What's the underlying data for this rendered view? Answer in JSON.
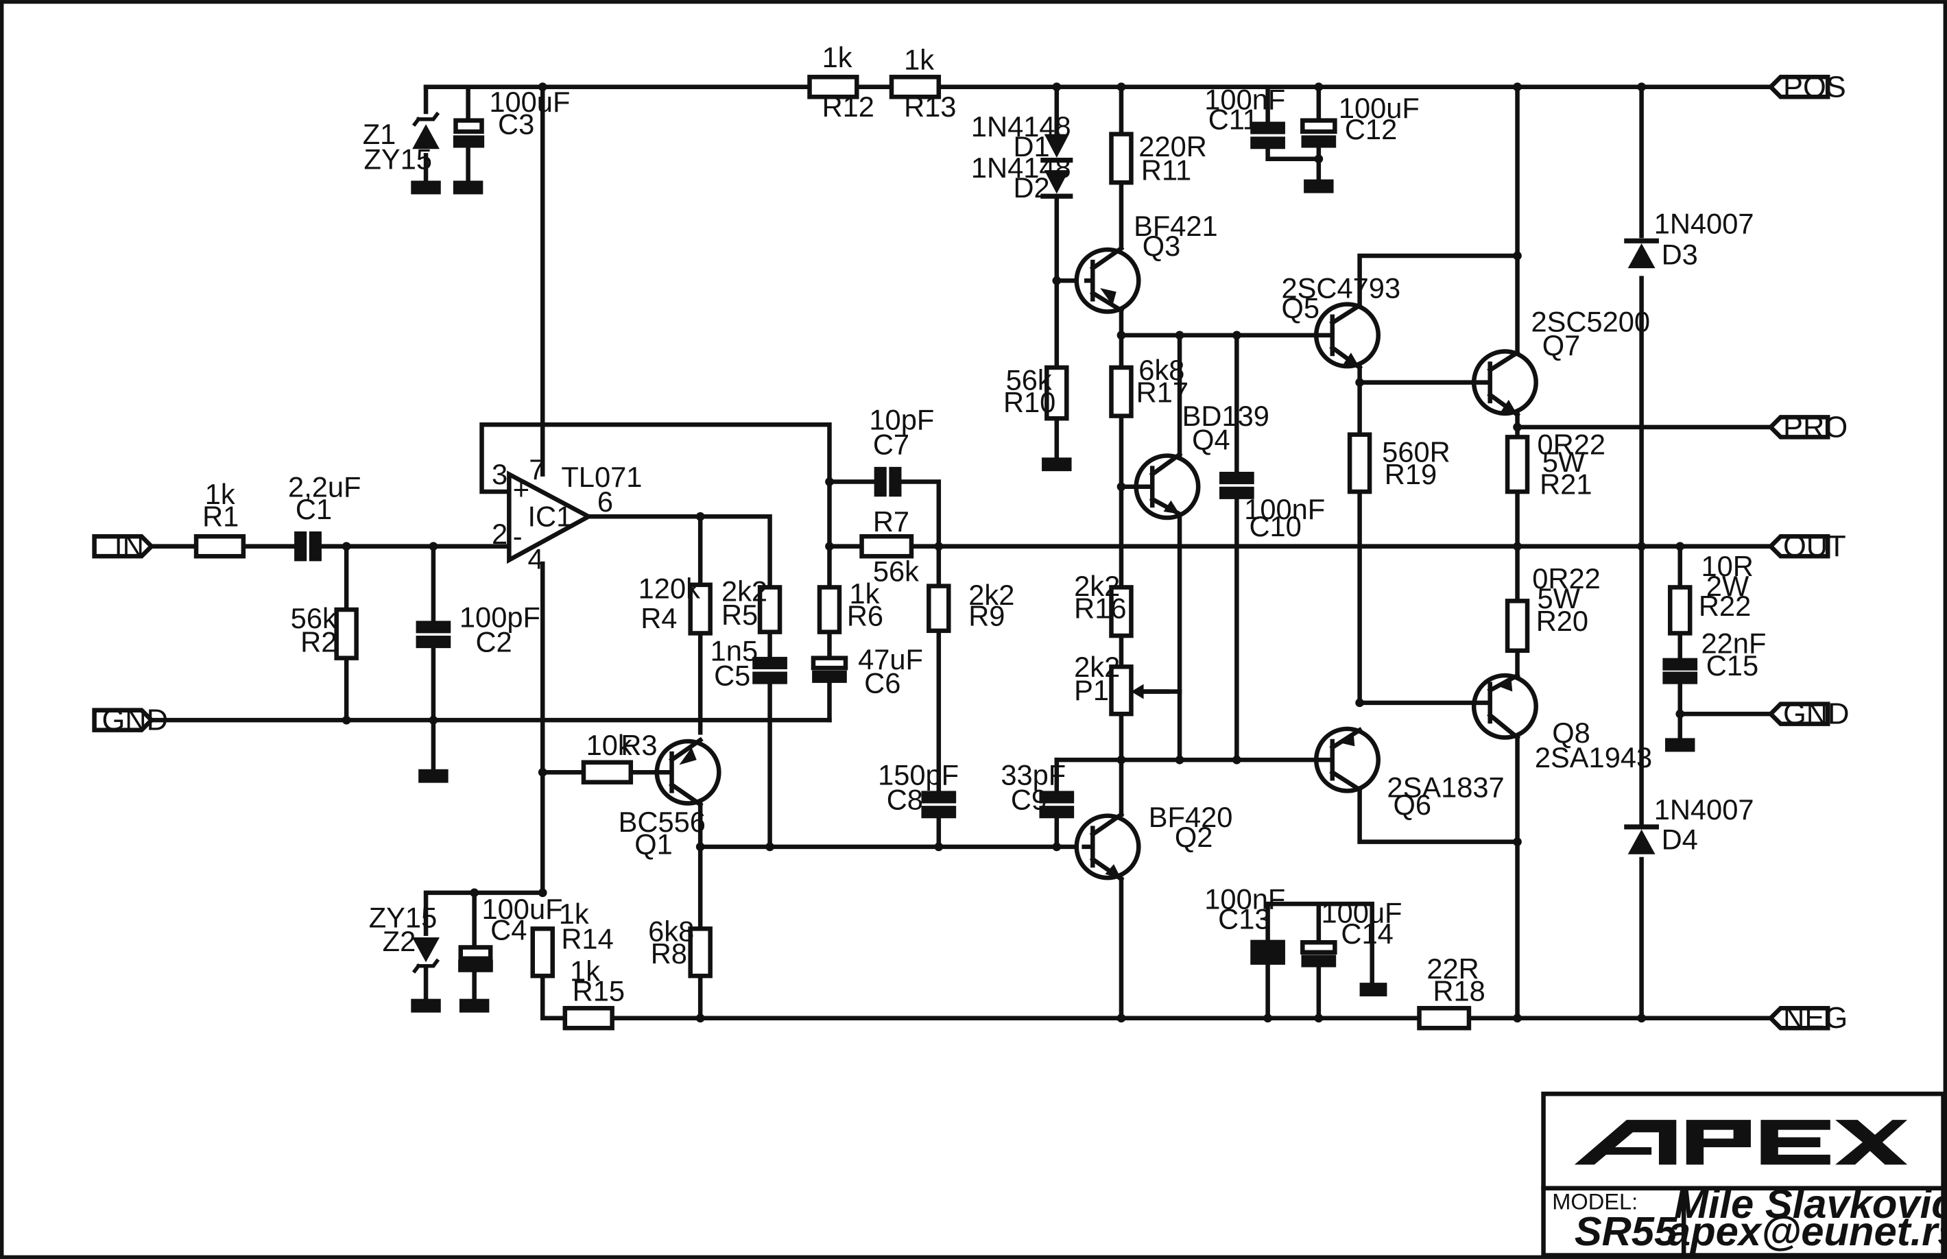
{
  "ports": {
    "in": "IN",
    "gnd_left": "GND",
    "pos": "POS",
    "pro": "PRO",
    "out": "OUT",
    "gnd_right": "GND",
    "neg": "NEG"
  },
  "components": {
    "R1": {
      "ref": "R1",
      "value": "1k"
    },
    "R2": {
      "ref": "R2",
      "value": "56k"
    },
    "R3": {
      "ref": "R3",
      "value": "10k"
    },
    "R4": {
      "ref": "R4",
      "value": "120k"
    },
    "R5": {
      "ref": "R5",
      "value": "2k2"
    },
    "R6": {
      "ref": "R6",
      "value": "1k"
    },
    "R7": {
      "ref": "R7",
      "value": "56k"
    },
    "R8": {
      "ref": "R8",
      "value": "6k8"
    },
    "R9": {
      "ref": "R9",
      "value": "2k2"
    },
    "R10": {
      "ref": "R10",
      "value": "56k"
    },
    "R11": {
      "ref": "R11",
      "value": "220R"
    },
    "R12": {
      "ref": "R12",
      "value": "1k"
    },
    "R13": {
      "ref": "R13",
      "value": "1k"
    },
    "R14": {
      "ref": "R14",
      "value": "1k"
    },
    "R15": {
      "ref": "R15",
      "value": "1k"
    },
    "R16": {
      "ref": "R16",
      "value": "2k2"
    },
    "R17": {
      "ref": "R17",
      "value": "6k8"
    },
    "R18": {
      "ref": "R18",
      "value": "22R"
    },
    "R19": {
      "ref": "R19",
      "value": "560R"
    },
    "R20": {
      "ref": "R20",
      "value": "0R22",
      "rating": "5W"
    },
    "R21": {
      "ref": "R21",
      "value": "0R22",
      "rating": "5W"
    },
    "R22": {
      "ref": "R22",
      "value": "10R",
      "rating": "2W"
    },
    "P1": {
      "ref": "P1",
      "value": "2k2"
    },
    "C1": {
      "ref": "C1",
      "value": "2,2uF"
    },
    "C2": {
      "ref": "C2",
      "value": "100pF"
    },
    "C3": {
      "ref": "C3",
      "value": "100uF"
    },
    "C4": {
      "ref": "C4",
      "value": "100uF"
    },
    "C5": {
      "ref": "C5",
      "value": "1n5"
    },
    "C6": {
      "ref": "C6",
      "value": "47uF"
    },
    "C7": {
      "ref": "C7",
      "value": "10pF"
    },
    "C8": {
      "ref": "C8",
      "value": "150pF"
    },
    "C9": {
      "ref": "C9",
      "value": "33pF"
    },
    "C10": {
      "ref": "C10",
      "value": "100nF"
    },
    "C11": {
      "ref": "C11",
      "value": "100nF"
    },
    "C12": {
      "ref": "C12",
      "value": "100uF"
    },
    "C13": {
      "ref": "C13",
      "value": "100nF"
    },
    "C14": {
      "ref": "C14",
      "value": "100uF"
    },
    "C15": {
      "ref": "C15",
      "value": "22nF"
    },
    "D1": {
      "ref": "D1",
      "value": "1N4148"
    },
    "D2": {
      "ref": "D2",
      "value": "1N4148"
    },
    "D3": {
      "ref": "D3",
      "value": "1N4007"
    },
    "D4": {
      "ref": "D4",
      "value": "1N4007"
    },
    "Z1": {
      "ref": "Z1",
      "value": "ZY15"
    },
    "Z2": {
      "ref": "Z2",
      "value": "ZY15"
    },
    "Q1": {
      "ref": "Q1",
      "value": "BC556"
    },
    "Q2": {
      "ref": "Q2",
      "value": "BF420"
    },
    "Q3": {
      "ref": "Q3",
      "value": "BF421"
    },
    "Q4": {
      "ref": "Q4",
      "value": "BD139"
    },
    "Q5": {
      "ref": "Q5",
      "value": "2SC4793"
    },
    "Q6": {
      "ref": "Q6",
      "value": "2SA1837"
    },
    "Q7": {
      "ref": "Q7",
      "value": "2SC5200"
    },
    "Q8": {
      "ref": "Q8",
      "value": "2SA1943"
    },
    "IC1": {
      "ref": "IC1",
      "value": "TL071",
      "pins": {
        "p3": "3",
        "p2": "2",
        "p7": "7",
        "p4": "4",
        "p6": "6",
        "plus": "+",
        "minus": "-"
      }
    }
  },
  "title_block": {
    "logo": "APEX",
    "model_label": "MODEL:",
    "model": "SR55",
    "author": "Mile Slavkovic",
    "email": "apex@eunet.rs"
  }
}
